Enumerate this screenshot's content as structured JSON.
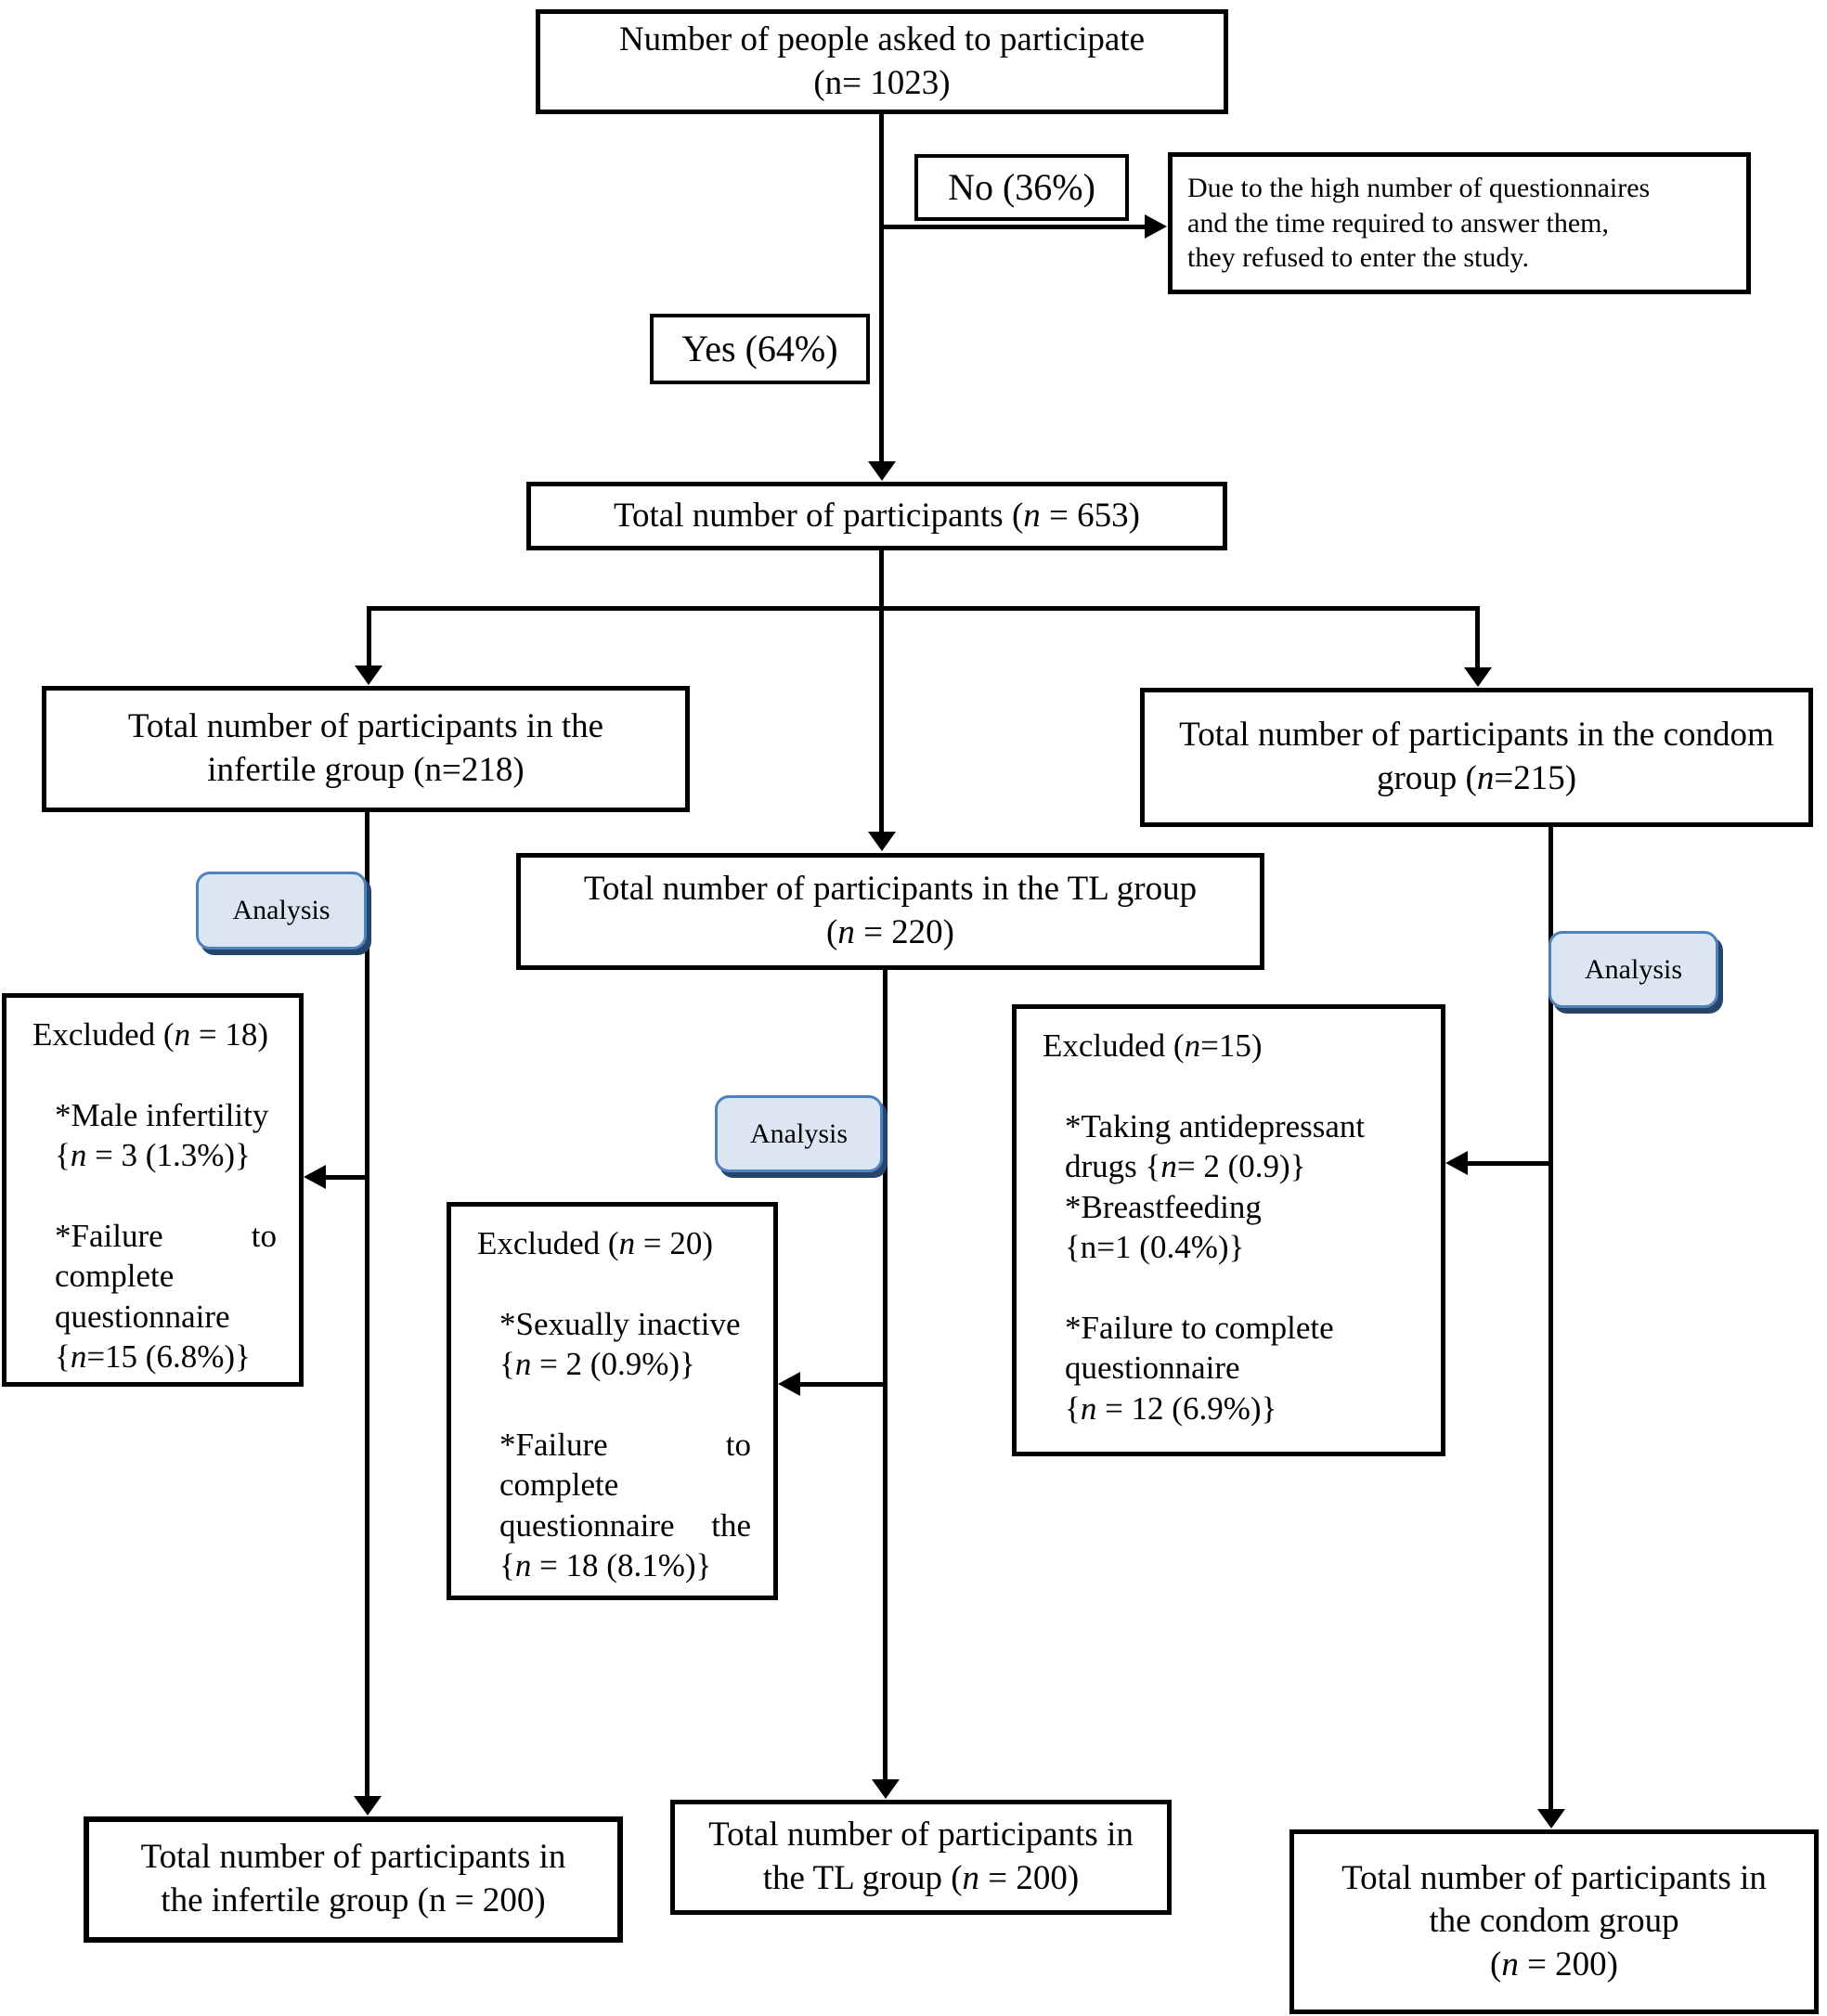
{
  "palette": {
    "line": "#000000",
    "box_fill": "#ffffff",
    "text": "#000000",
    "chip_fill": "#dce6f2",
    "chip_border": "#4f81bd",
    "chip_shadow": "#26456b",
    "background": "#ffffff"
  },
  "nodes": {
    "asked": {
      "lines": [
        {
          "segs": [
            {
              "s": "Number of people asked to participate"
            }
          ]
        },
        {
          "segs": [
            {
              "s": "(n= 1023)"
            }
          ]
        }
      ]
    },
    "no_label": {
      "lines": [
        {
          "segs": [
            {
              "s": "No (36%)"
            }
          ]
        }
      ]
    },
    "refusal": {
      "lines": [
        {
          "segs": [
            {
              "s": "Due to the high number of questionnaires"
            }
          ]
        },
        {
          "segs": [
            {
              "s": "and the time required to answer them,"
            }
          ]
        },
        {
          "segs": [
            {
              "s": "they refused to enter the study."
            }
          ]
        }
      ]
    },
    "yes_label": {
      "lines": [
        {
          "segs": [
            {
              "s": "Yes (64%)"
            }
          ]
        }
      ]
    },
    "total": {
      "lines": [
        {
          "segs": [
            {
              "s": "Total number of participants ("
            },
            {
              "s": "n",
              "i": true
            },
            {
              "s": " = 653)"
            }
          ]
        }
      ]
    },
    "infertile": {
      "lines": [
        {
          "segs": [
            {
              "s": "Total number of participants in the"
            }
          ]
        },
        {
          "segs": [
            {
              "s": "infertile group (n=218)"
            }
          ]
        }
      ]
    },
    "tl": {
      "lines": [
        {
          "segs": [
            {
              "s": "Total number of participants in the TL group"
            }
          ]
        },
        {
          "segs": [
            {
              "s": "("
            },
            {
              "s": "n",
              "i": true
            },
            {
              "s": " = 220)"
            }
          ]
        }
      ]
    },
    "condom": {
      "lines": [
        {
          "segs": [
            {
              "s": "Total number of participants in the condom"
            }
          ]
        },
        {
          "segs": [
            {
              "s": "group ("
            },
            {
              "s": "n",
              "i": true
            },
            {
              "s": "=215)"
            }
          ]
        }
      ]
    },
    "analysis_infertile": {
      "lines": [
        {
          "segs": [
            {
              "s": "Analysis"
            }
          ]
        }
      ]
    },
    "analysis_tl": {
      "lines": [
        {
          "segs": [
            {
              "s": "Analysis"
            }
          ]
        }
      ]
    },
    "analysis_condom": {
      "lines": [
        {
          "segs": [
            {
              "s": "Analysis"
            }
          ]
        }
      ]
    },
    "excluded_infertile": {
      "lines": [
        {
          "segs": [
            {
              "s": "Excluded ("
            },
            {
              "s": "n",
              "i": true
            },
            {
              "s": " = 18)"
            }
          ]
        },
        {
          "segs": []
        },
        {
          "segs": [
            {
              "s": "*Male infertility"
            }
          ],
          "ind": true
        },
        {
          "segs": [
            {
              "s": "{"
            },
            {
              "s": "n",
              "i": true
            },
            {
              "s": " = 3 (1.3%)}"
            }
          ],
          "ind": true
        },
        {
          "segs": []
        },
        {
          "segs": [
            {
              "s": "*Failure"
            },
            {
              "gap": true
            },
            {
              "s": "to"
            }
          ],
          "ind": true
        },
        {
          "segs": [
            {
              "s": "complete"
            }
          ],
          "ind": true
        },
        {
          "segs": [
            {
              "s": "questionnaire"
            }
          ],
          "ind": true
        },
        {
          "segs": [
            {
              "s": "{"
            },
            {
              "s": "n",
              "i": true
            },
            {
              "s": "=15 (6.8%)}"
            }
          ],
          "ind": true
        }
      ]
    },
    "excluded_tl": {
      "lines": [
        {
          "segs": [
            {
              "s": "Excluded ("
            },
            {
              "s": "n",
              "i": true
            },
            {
              "s": " = 20)"
            }
          ]
        },
        {
          "segs": []
        },
        {
          "segs": [
            {
              "s": "*Sexually inactive"
            }
          ],
          "ind": true
        },
        {
          "segs": [
            {
              "s": "{"
            },
            {
              "s": "n",
              "i": true
            },
            {
              "s": " = 2 (0.9%)}"
            }
          ],
          "ind": true
        },
        {
          "segs": []
        },
        {
          "segs": [
            {
              "s": "*Failure"
            },
            {
              "gap": true
            },
            {
              "s": "to"
            }
          ],
          "ind": true
        },
        {
          "segs": [
            {
              "s": "complete"
            }
          ],
          "ind": true
        },
        {
          "segs": [
            {
              "s": "questionnaire"
            },
            {
              "gap": true
            },
            {
              "s": "the"
            }
          ],
          "ind": true
        },
        {
          "segs": [
            {
              "s": "{"
            },
            {
              "s": "n",
              "i": true
            },
            {
              "s": " = 18 (8.1%)}"
            }
          ],
          "ind": true
        }
      ]
    },
    "excluded_condom": {
      "lines": [
        {
          "segs": [
            {
              "s": "Excluded ("
            },
            {
              "s": "n",
              "i": true
            },
            {
              "s": "=15)"
            }
          ]
        },
        {
          "segs": []
        },
        {
          "segs": [
            {
              "s": "*Taking antidepressant"
            }
          ],
          "ind": true
        },
        {
          "segs": [
            {
              "s": "drugs {"
            },
            {
              "s": "n",
              "i": true
            },
            {
              "s": "= 2 (0.9)}"
            }
          ],
          "ind": true
        },
        {
          "segs": [
            {
              "s": "*Breastfeeding"
            }
          ],
          "ind": true
        },
        {
          "segs": [
            {
              "s": "{n=1 (0.4%)}"
            }
          ],
          "ind": true
        },
        {
          "segs": []
        },
        {
          "segs": [
            {
              "s": "*Failure to complete"
            }
          ],
          "ind": true
        },
        {
          "segs": [
            {
              "s": "questionnaire"
            }
          ],
          "ind": true
        },
        {
          "segs": [
            {
              "s": "{"
            },
            {
              "s": "n",
              "i": true
            },
            {
              "s": " = 12 (6.9%)}"
            }
          ],
          "ind": true
        }
      ]
    },
    "final_infertile": {
      "lines": [
        {
          "segs": [
            {
              "s": "Total number of participants in"
            }
          ]
        },
        {
          "segs": [
            {
              "s": "the infertile group (n = 200)"
            }
          ]
        }
      ]
    },
    "final_tl": {
      "lines": [
        {
          "segs": [
            {
              "s": "Total number of participants in"
            }
          ]
        },
        {
          "segs": [
            {
              "s": "the TL group ("
            },
            {
              "s": "n",
              "i": true
            },
            {
              "s": " = 200)"
            }
          ]
        }
      ]
    },
    "final_condom": {
      "lines": [
        {
          "segs": [
            {
              "s": "Total number of participants in"
            }
          ]
        },
        {
          "segs": [
            {
              "s": "the condom group"
            }
          ]
        },
        {
          "segs": [
            {
              "s": "("
            },
            {
              "s": "n",
              "i": true
            },
            {
              "s": " = 200)"
            }
          ]
        }
      ]
    }
  }
}
